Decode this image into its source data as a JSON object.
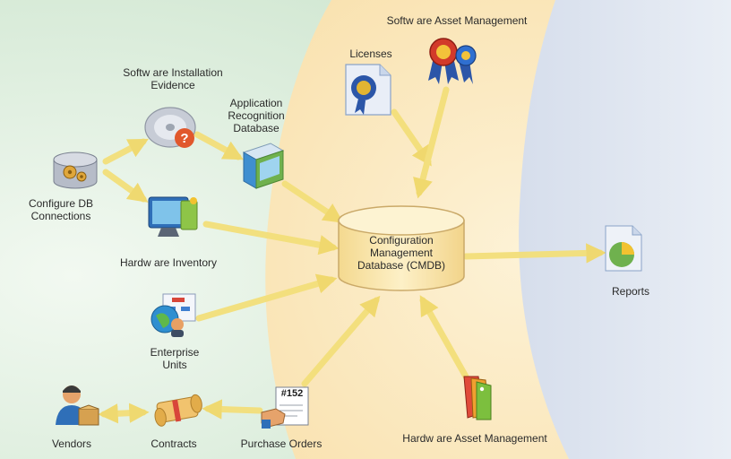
{
  "diagram": {
    "nodes": {
      "cmdb": {
        "label": "Configuration Management Database (CMDB)"
      },
      "software_asset_management": {
        "label": "Softw are Asset Management",
        "icon": "award-ribbon-icon"
      },
      "licenses": {
        "label": "Licenses",
        "icon": "license-certificate-icon"
      },
      "software_installation_evidence": {
        "label": "Softw are Installation Evidence",
        "icon": "cd-question-icon"
      },
      "application_recognition_database": {
        "label": "Application Recognition Database",
        "icon": "application-box-icon"
      },
      "configure_db_connections": {
        "label": "Configure DB Connections",
        "icon": "database-gears-icon"
      },
      "hardware_inventory": {
        "label": "Hardw are Inventory",
        "icon": "monitor-icon"
      },
      "enterprise_units": {
        "label": "Enterprise Units",
        "icon": "globe-org-chart-icon"
      },
      "vendors": {
        "label": "Vendors",
        "icon": "person-box-icon"
      },
      "contracts": {
        "label": "Contracts",
        "icon": "scroll-icon"
      },
      "purchase_orders": {
        "label": "Purchase Orders",
        "icon": "purchase-order-icon",
        "badge": "#152"
      },
      "hardware_asset_management": {
        "label": "Hardw are Asset Management",
        "icon": "tags-icon"
      },
      "reports": {
        "label": "Reports",
        "icon": "pie-chart-report-icon"
      }
    },
    "colors": {
      "green_zone": "#d8ecd8",
      "cream_zone": "#fbebc9",
      "blue_zone": "#d9e2ef",
      "arrow": "#f3df7a",
      "cylinder": "#fbe7ad",
      "cylinder_stroke": "#caa968"
    }
  }
}
